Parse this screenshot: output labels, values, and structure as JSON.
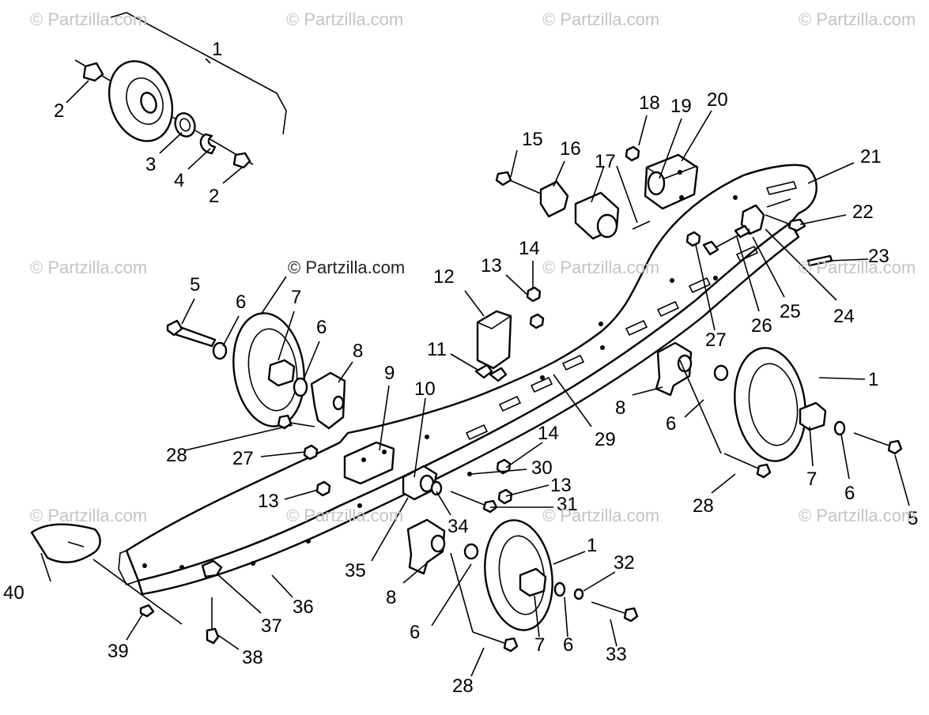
{
  "watermark": {
    "text": "© Partzilla.com"
  },
  "callouts": [
    "1",
    "2",
    "3",
    "4",
    "2",
    "5",
    "6",
    "7",
    "6",
    "8",
    "12",
    "11",
    "13",
    "14",
    "15",
    "16",
    "17",
    "18",
    "19",
    "20",
    "21",
    "22",
    "23",
    "24",
    "25",
    "26",
    "27",
    "9",
    "10",
    "29",
    "28",
    "27",
    "13",
    "14",
    "30",
    "13",
    "31",
    "34",
    "35",
    "1",
    "8",
    "6",
    "7",
    "6",
    "5",
    "28",
    "40",
    "36",
    "37",
    "39",
    "38",
    "1",
    "32",
    "8",
    "6",
    "7",
    "6",
    "33",
    "28"
  ],
  "accent": "#000000",
  "watermark_color": "#c4c4c4"
}
